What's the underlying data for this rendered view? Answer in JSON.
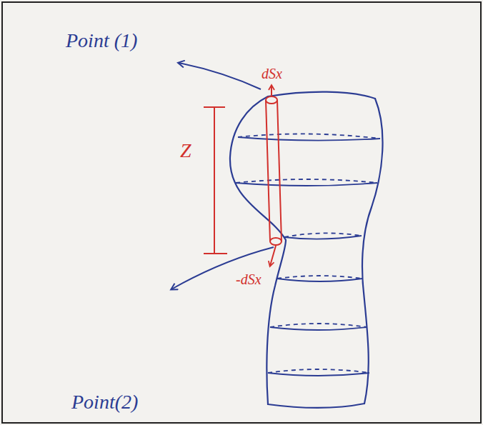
{
  "diagram": {
    "labels": [
      "Point (1)",
      "dSx",
      "Z",
      "-dSx",
      "Point(2)"
    ]
  }
}
